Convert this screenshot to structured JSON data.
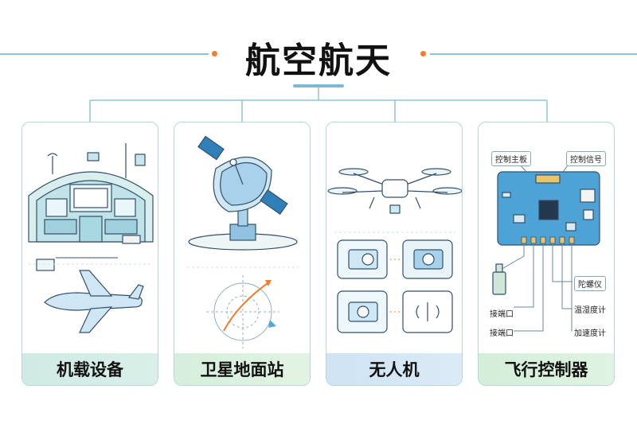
{
  "title": "航空航天",
  "colors": {
    "accent_dot": "#f07e2a",
    "line": "#8fc6d6",
    "card_border": "#b7d6dd"
  },
  "cards": [
    {
      "label": "机载设备",
      "icon": "cockpit-airplane-icon"
    },
    {
      "label": "卫星地面站",
      "icon": "satellite-dish-icon"
    },
    {
      "label": "无人机",
      "icon": "drone-camera-icon"
    },
    {
      "label": "飞行控制器",
      "icon": "circuit-board-icon",
      "tags": {
        "main_board": "控制主板",
        "signal": "控制信号",
        "gyro": "陀螺仪",
        "port1": "接端口",
        "port2": "接端口",
        "temp_humidity": "温湿度计",
        "accel": "加速度计"
      }
    }
  ]
}
